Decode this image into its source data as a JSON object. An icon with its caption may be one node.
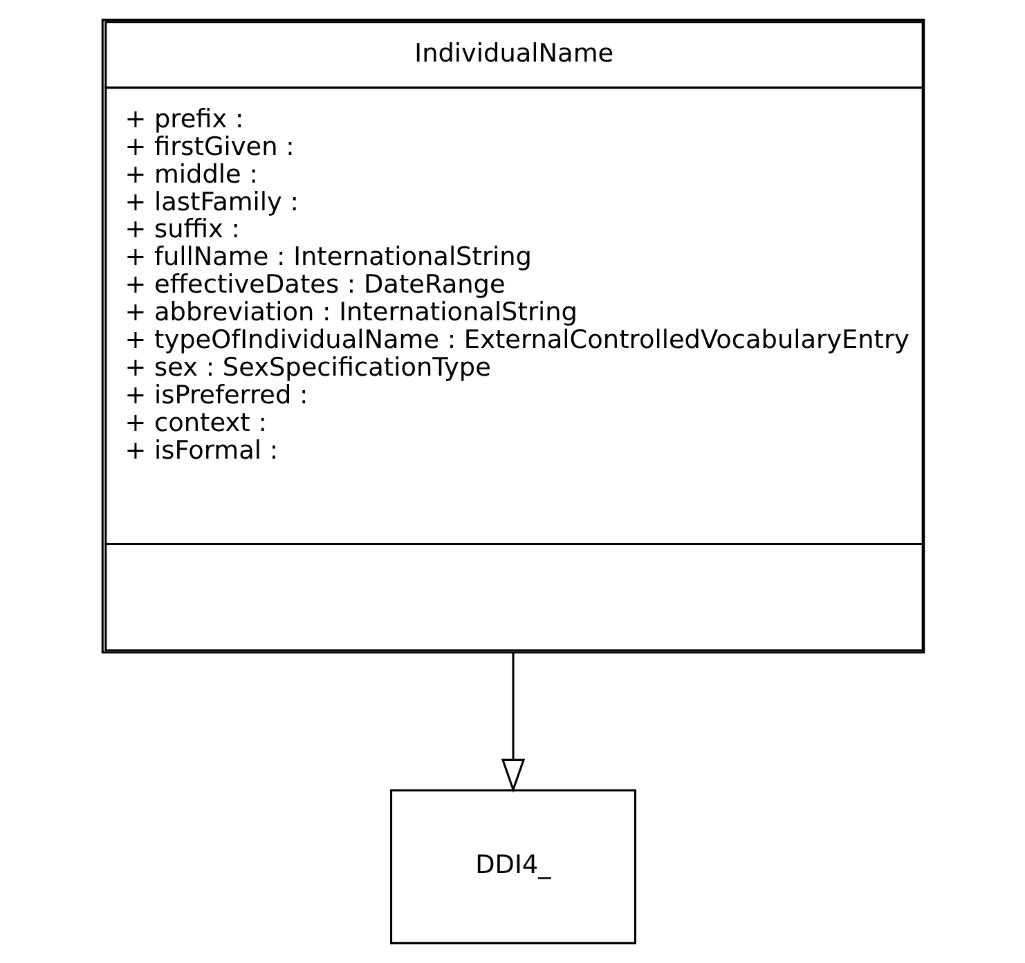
{
  "diagram": {
    "nodes": [
      {
        "text": [
          "IndividualName",
          "+ prefix :",
          "+ firstGiven :",
          "+ middle :",
          "+ lastFamily :",
          "+ suffix :",
          "+ fullName : InternationalString",
          "+ effectiveDates : DateRange",
          "+ abbreviation : InternationalString",
          "+ typeOfIndividualName : ExternalControlledVocabularyEntry",
          "+ sex : SexSpecificationType",
          "+ isPreferred :",
          "+ context :",
          "+ isFormal :"
        ]
      },
      {
        "text": [
          "DDI4_"
        ]
      }
    ],
    "edges": [
      {
        "from": 0,
        "to": 1,
        "arrow": "to"
      }
    ]
  }
}
